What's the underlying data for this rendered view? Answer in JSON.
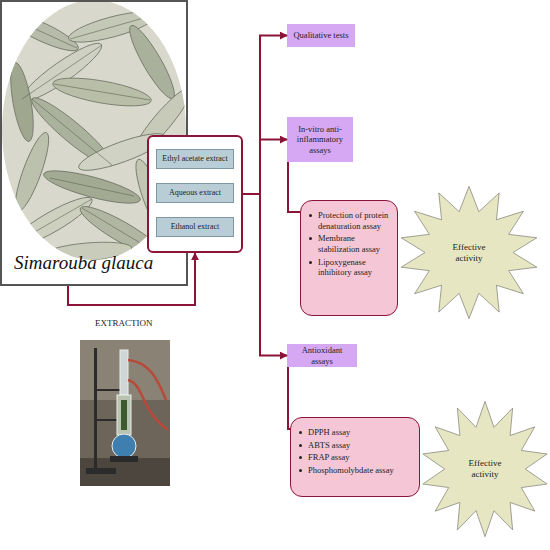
{
  "diagram": {
    "nodes": [
      {
        "text": [
          "Simarouba glauca"
        ]
      },
      {
        "text": []
      },
      {
        "text": [
          "Ethyl acetate extract"
        ],
        "in": 1
      },
      {
        "text": [
          "Aqueous extract"
        ],
        "in": 1
      },
      {
        "text": [
          "Ethanol extract"
        ],
        "in": 1
      },
      {
        "text": [
          "Qualitative tests"
        ]
      },
      {
        "text": [
          "In-vitro anti-inflammatory assays"
        ]
      },
      {
        "text": [
          "Protection of protein denaturation assay",
          "Membrane stabilization assay",
          "Lipoxygenase inhibitory assay"
        ]
      },
      {
        "text": [
          "Effective activity"
        ]
      },
      {
        "text": [
          "Antioxidant assays"
        ]
      },
      {
        "text": [
          "DPPH assay",
          "ABTS assay",
          "FRAP assay",
          "Phosphomolybdate assay"
        ]
      },
      {
        "text": [
          "Effective activity"
        ]
      }
    ],
    "edges": [
      {
        "from": 0,
        "to": 1,
        "arrow": "to"
      },
      {
        "from": 1,
        "to": 5,
        "arrow": "to"
      },
      {
        "from": 1,
        "to": 6,
        "arrow": "to"
      },
      {
        "from": 1,
        "to": 9,
        "arrow": "to"
      },
      {
        "from": 6,
        "to": 7,
        "arrow": "none"
      },
      {
        "from": 9,
        "to": 10,
        "arrow": "none"
      }
    ],
    "labels": [
      "EXTRACTION"
    ]
  }
}
